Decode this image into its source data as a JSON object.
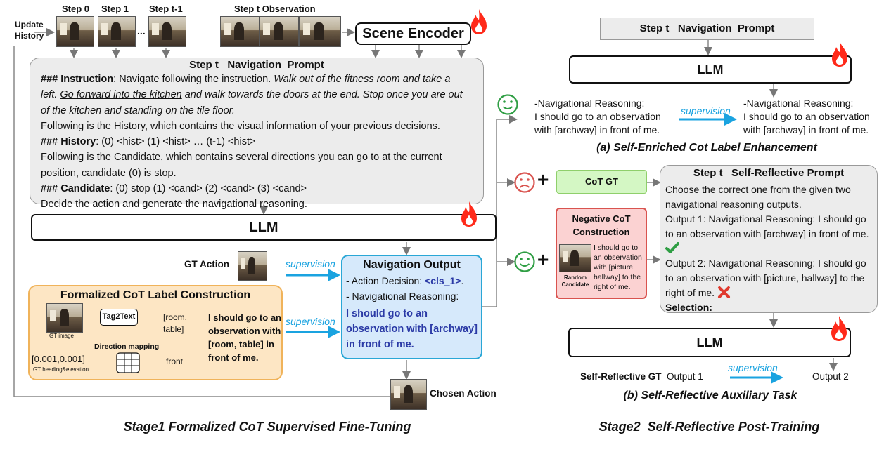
{
  "stage1": {
    "update_history": "Update\nHistory",
    "steps": [
      "Step 0",
      "Step 1",
      "Step t-1"
    ],
    "ellipsis": "...",
    "step_obs": "Step t Observation",
    "scene_encoder": "Scene Encoder",
    "prompt_title": "Step t   Navigation  Prompt",
    "instr_head": "### Instruction",
    "instr_a": ": Navigate following the instruction. ",
    "instr_b": "Walk out of the fitness room and take a",
    "instr_c": "left. ",
    "instr_u": "Go forward into the kitchen",
    "instr_d": " and walk towards the doors at the end. Stop once you are out",
    "instr_e": "of the kitchen and standing on the tile floor.",
    "hist_intro": "Following is the History, which contains the visual information of your previous decisions.",
    "hist_head": "### History",
    "hist_body": ": (0) <hist> (1) <hist> … (t-1) <hist>",
    "cand_intro_1": "Following is the Candidate, which contains several directions you can go to at the current",
    "cand_intro_2": "position, candidate (0) is stop.",
    "cand_head": "### Candidate",
    "cand_body": ": (0) stop (1) <cand> (2) <cand> (3) <cand>",
    "decide": "Decide the action and generate the navigational reasoning.",
    "llm": "LLM",
    "gt_action": "GT Action",
    "supervision": "supervision",
    "nav_title": "Navigation Output",
    "nav_action_a": "- Action Decision: ",
    "nav_action_b": "<cls_1>",
    "nav_action_c": ".",
    "nav_reason": "- Navigational Reasoning:",
    "nav_out": "I should go to an observation with [archway] in front of me.",
    "formal_title": "Formalized CoT Label Construction",
    "gt_image": "GT image",
    "tag2text": "Tag2Text",
    "tags": "[room,\ntable]",
    "dir_mapping": "Direction mapping",
    "coord": "[0.001,0.001]",
    "gt_heading": "GT heading&elevation",
    "front": "front",
    "formal_out": "I should go to an observation with [room, table] in front of me.",
    "chosen_action": "Chosen Action",
    "caption": "Stage1 Formalized CoT Supervised Fine-Tuning"
  },
  "stage2": {
    "prompt": "Step t   Navigation  Prompt",
    "llm_top": "LLM",
    "left_reason": "-Navigational Reasoning:\nI should go to an observation\nwith [archway] in front of me.",
    "supervision": "supervision",
    "right_reason": "-Navigational Reasoning:\nI should go to an observation\nwith [archway] in front of me.",
    "caption_a": "(a) Self-Enriched Cot Label Enhancement",
    "plus": "+",
    "cot_gt": "CoT GT",
    "neg_title": "Negative CoT\nConstruction",
    "neg_text": "I should go to an observation with [picture, hallway] to the right of me.",
    "random_candidate": "Random\nCandidate",
    "sr_title": "Step t   Self-Reflective Prompt",
    "sr_intro": "Choose the correct one from the given two navigational reasoning outputs.",
    "sr_out1": "Output 1: Navigational Reasoning: I should go to an observation with [archway] in front of me.",
    "sr_out2": "Output 2: Navigational Reasoning: I should go to an observation with [picture, hallway] to the right of me.",
    "sr_selection": "Selection:",
    "llm_bottom": "LLM",
    "sr_gt": "Self-Reflective GT",
    "output1": "Output 1",
    "supervision2": "supervision",
    "output2": "Output 2",
    "caption_b": "(b) Self-Reflective Auxiliary Task",
    "caption": "Stage2  Self-Reflective Post-Training"
  },
  "colors": {
    "prompt_fill": "#ececec",
    "arrow_blue": "#1aa3e0",
    "nav_fill": "#d6e9fb",
    "nav_border": "#2aa7d6",
    "nav_text": "#2b3aa6",
    "formal_fill": "#fde6c4",
    "formal_border": "#f0b35a",
    "cot_fill": "#d4f7c4",
    "cot_border": "#8fcf6b",
    "neg_fill": "#fbd2d2",
    "neg_border": "#d9534f",
    "smile_green": "#2f9e44",
    "sad_red": "#d9534f",
    "fire": "#ff2a1a"
  }
}
